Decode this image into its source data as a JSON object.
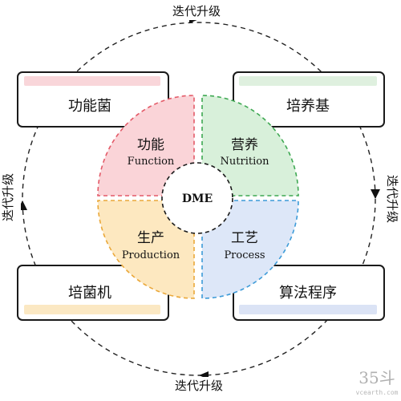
{
  "cycle": {
    "top_label": "迭代升级",
    "bottom_label": "迭代升级",
    "left_label": "迭代升级",
    "right_label": "迭代升级"
  },
  "boxes": {
    "top_left": {
      "label": "功能菌",
      "accent": "#f9d6da"
    },
    "top_right": {
      "label": "培养基",
      "accent": "#dff0df"
    },
    "bottom_left": {
      "label": "培菌机",
      "accent": "#fbe8c3"
    },
    "bottom_right": {
      "label": "算法程序",
      "accent": "#dbe3f5"
    }
  },
  "quadrants": {
    "function": {
      "zh": "功能",
      "en": "Function",
      "fill": "#fad4d8",
      "stroke": "#e35a68"
    },
    "nutrition": {
      "zh": "营养",
      "en": "Nutrition",
      "fill": "#d8f0da",
      "stroke": "#3ea852"
    },
    "production": {
      "zh": "生产",
      "en": "Production",
      "fill": "#fde8c0",
      "stroke": "#eaa83a"
    },
    "process": {
      "zh": "工艺",
      "en": "Process",
      "fill": "#dde7f8",
      "stroke": "#3d9bd8"
    }
  },
  "center": {
    "label": "DME"
  },
  "watermark": {
    "number": "35斗",
    "site": "vcearth.com"
  }
}
